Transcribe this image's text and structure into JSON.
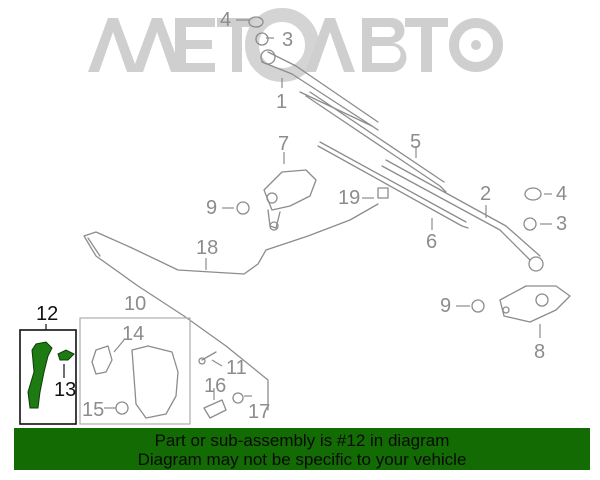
{
  "watermark": {
    "text": "АЛЕТОАВТО",
    "color": "#c8c8c8"
  },
  "diagram": {
    "subject": "Windshield wiper and washer components",
    "highlighted_part": "12",
    "highlight_color": "#1e7a12",
    "line_color": "#8c8c8c",
    "callouts": [
      {
        "id": "c4a",
        "label": "4"
      },
      {
        "id": "c3a",
        "label": "3"
      },
      {
        "id": "c1",
        "label": "1"
      },
      {
        "id": "c5",
        "label": "5"
      },
      {
        "id": "c7",
        "label": "7"
      },
      {
        "id": "c2",
        "label": "2"
      },
      {
        "id": "c4b",
        "label": "4"
      },
      {
        "id": "c3b",
        "label": "3"
      },
      {
        "id": "c9a",
        "label": "9"
      },
      {
        "id": "c19",
        "label": "19"
      },
      {
        "id": "c6",
        "label": "6"
      },
      {
        "id": "c18",
        "label": "18"
      },
      {
        "id": "c12",
        "label": "12"
      },
      {
        "id": "c10",
        "label": "10"
      },
      {
        "id": "c9b",
        "label": "9"
      },
      {
        "id": "c14",
        "label": "14"
      },
      {
        "id": "c8",
        "label": "8"
      },
      {
        "id": "c11",
        "label": "11"
      },
      {
        "id": "c13",
        "label": "13"
      },
      {
        "id": "c16",
        "label": "16"
      },
      {
        "id": "c15",
        "label": "15"
      },
      {
        "id": "c17",
        "label": "17"
      }
    ]
  },
  "banner": {
    "line1": "Part or sub-assembly is #12 in diagram",
    "line2": "Diagram may not be specific to your vehicle",
    "background": "#136b04"
  }
}
